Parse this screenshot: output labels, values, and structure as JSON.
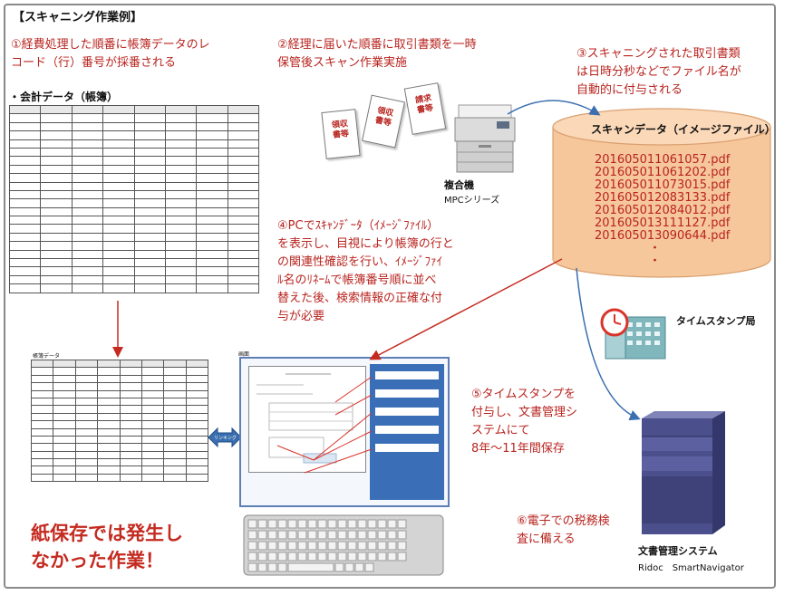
{
  "title": "【スキャニング作業例】",
  "steps": {
    "step1": "①経費処理した順番に帳簿データのレ\nコード（行）番号が採番される",
    "step2": "②経理に届いた順番に取引書類を一時\n保管後スキャン作業実施",
    "step3": "③スキャニングされた取引書類\nは日時分秒などでファイル名が\n自動的に付与される",
    "step4": "④PCでｽｷｬﾝﾃﾞｰﾀ（ｲﾒｰｼﾞﾌｧｲﾙ）\nを表示し、目視により帳簿の行と\nの関連性確認を行い、ｲﾒｰｼﾞﾌｧｲ\nﾙ名のﾘﾈｰﾑで帳簿番号順に並べ\n替えた後、検索情報の正確な付\n与が必要",
    "step5": "⑤タイムスタンプを\n付与し、文書管理シ\nステムにて\n8年～11年間保存",
    "step6": "⑥電子での税務検\n査に備える"
  },
  "ledger": {
    "heading": "・会計データ（帳簿）",
    "row_count": 22,
    "col_count": 8
  },
  "ledger_small": {
    "heading": "帳簿データ",
    "row_count": 16,
    "col_count": 8
  },
  "documents": [
    "領収\n書等",
    "領収\n書等",
    "請求\n書等"
  ],
  "mfp": {
    "name": "複合機",
    "series": "MPCシリーズ"
  },
  "scan_data": {
    "heading": "スキャンデータ（イメージファイル）",
    "files": [
      "201605011061057.pdf",
      "201605011061202.pdf",
      "201605011073015.pdf",
      "201605012083133.pdf",
      "201605012084012.pdf",
      "201605013111127.pdf",
      "201605013090644.pdf"
    ],
    "ellipsis": [
      "・",
      "・"
    ]
  },
  "timestamp": {
    "label": "タイムスタンプ局"
  },
  "screen": {
    "label": "画面"
  },
  "link_label": "リンキング",
  "warning": "紙保存では発生し\nなかった作業！",
  "dms": {
    "label": "文書管理システム",
    "product": "Ridoc　SmartNavigator"
  },
  "colors": {
    "accent_red": "#b8241f",
    "arrow_blue": "#3b6fb0",
    "cylinder": "#f7c79c",
    "screen_blue": "#3a6fb8",
    "server": "#4b4f8c"
  }
}
